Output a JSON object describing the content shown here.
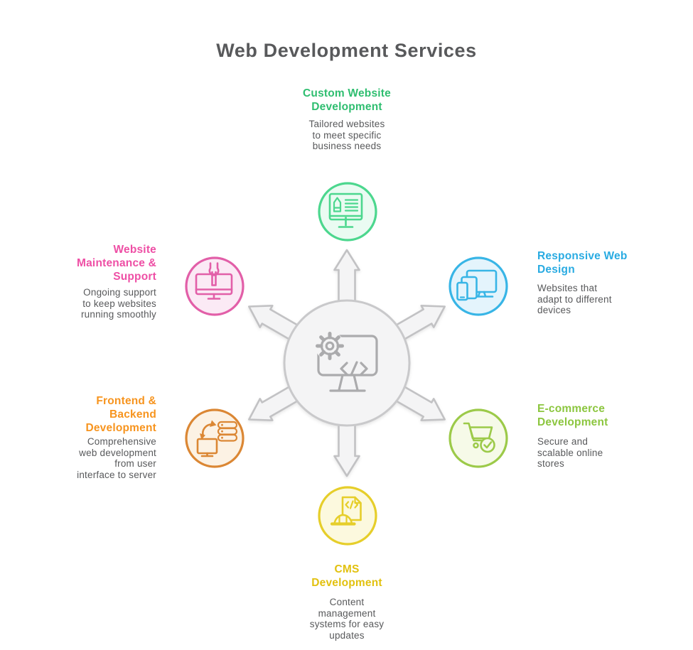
{
  "title": "Web Development Services",
  "colors": {
    "title_text": "#58595B",
    "desc_text": "#58595B",
    "hub_fill": "#F4F4F5",
    "hub_stroke": "#C9C9CB",
    "arrow_stroke": "#C2C2C4",
    "hub_icon": "#ABABAD"
  },
  "hub": {
    "icon": "gear-monitor-code-icon",
    "code_glyph": "</>"
  },
  "nodes": [
    {
      "id": "custom-website-development",
      "title": "Custom Website\nDevelopment",
      "desc": "Tailored websites\nto meet specific\nbusiness needs",
      "color": "#2FBE70",
      "stroke": "#4CD78E",
      "fill": "#EAFBF2",
      "icon": "website-design-monitor-icon"
    },
    {
      "id": "responsive-web-design",
      "title": "Responsive Web\nDesign",
      "desc": "Websites that\nadapt to different\ndevices",
      "color": "#29ABE2",
      "stroke": "#38B5E6",
      "fill": "#E4F4FC",
      "icon": "multi-device-icon"
    },
    {
      "id": "e-commerce-development",
      "title": "E-commerce\nDevelopment",
      "desc": "Secure and\nscalable online\nstores",
      "color": "#8CC63F",
      "stroke": "#9CCA49",
      "fill": "#F6FAE8",
      "icon": "shopping-cart-check-icon"
    },
    {
      "id": "cms-development",
      "title": "CMS\nDevelopment",
      "desc": "Content\nmanagement\nsystems for easy\nupdates",
      "color": "#E2C10F",
      "stroke": "#E6CE2A",
      "fill": "#FCF9DE",
      "icon": "code-document-hardhat-icon"
    },
    {
      "id": "frontend-backend-development",
      "title": "Frontend &\nBackend\nDevelopment",
      "desc": "Comprehensive\nweb development\nfrom user\ninterface to server",
      "color": "#F7941E",
      "stroke": "#DB8734",
      "fill": "#FCF2E4",
      "icon": "monitor-server-sync-icon"
    },
    {
      "id": "website-maintenance-support",
      "title": "Website\nMaintenance &\nSupport",
      "desc": "Ongoing support\nto keep websites\nrunning smoothly",
      "color": "#EE4FA5",
      "stroke": "#E25FA8",
      "fill": "#FBEAF5",
      "icon": "monitor-wrench-icon"
    }
  ]
}
